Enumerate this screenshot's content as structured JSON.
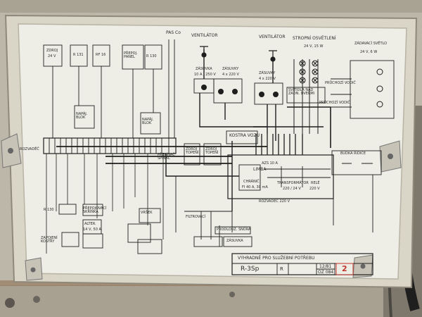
{
  "diagram": {
    "top_labels": {
      "pas": "PAS Co",
      "ventilator_1": "VENTILÁTOR",
      "ventilator_2": "VENTILÁTOR",
      "stropni": "STROPNÍ OSVĚTLENÍ",
      "stropni_spec": "24 V, 15 W",
      "zadavaci": "ZÁDAVACÍ SVĚTLO",
      "zadavaci_spec": "24 V, 6 W"
    },
    "boxes": {
      "zdroj": "ZDROJ",
      "zdroj_spec": "24 V",
      "r131": "R 131",
      "rf16": "RF 16",
      "prepoj_panel": "PŘEPOJ. PANEL",
      "r130": "R 130",
      "napaj_blok_1": "NAPÁJ. BLOK",
      "napaj_blok_2": "NAPÁJ. BLOK",
      "zasuvka": "ZÁSUVKA",
      "zasuvka_spec": "10 A / 250 V",
      "zasuvky_1": "ZÁSUVKY",
      "zasuvky_1_spec": "4 x 220 V",
      "zasuvky_2": "ZÁSUVKY",
      "zasuvky_2_spec": "4 x 220 V",
      "svitidla": "SVÍTIDLA NAD ZADN. DVEŘMI",
      "pruchozi_1": "PRŮCHOZÍ VODIČ",
      "pruchozi_2": "PRŮCHOZÍ VODIČ",
      "kostra": "KOSTRA VOZU",
      "rozvadec": "ROZVADĚČ",
      "prepinac": "PŘEPÍNAČ SPÍNAČ",
      "zdroj_topeni_1": "ZDROJ TOPENÍ",
      "zdroj_topeni_2": "ZDROJ TOPENÍ",
      "limba": "LIMBA",
      "chranic": "CHRÁNIČ",
      "chranic_spec": "FI 40 A, 30 mA",
      "azs": "AZS 10 A",
      "transformator": "TRANSFORMÁTOR",
      "transformator_spec": "220 / 24 V",
      "rele": "RELÉ",
      "rele_spec": "220 V",
      "rozvadec_220": "ROZVADĚČ 220 V",
      "budka": "BUDKA ŘIDIČE",
      "filtrovaci": "FILTROVACÍ",
      "prodlouzovaci": "PRODLOUŽ. ŠŇŮRA",
      "zasuvka_2": "ZÁSUVKA",
      "prepojovaci": "PŘEPOJOVACÍ SKŘÍŇKA",
      "alter": "ALTER.",
      "alter_spec": "14 V, 50 A",
      "vrsek": "VRŠEK",
      "zapojeni_kostra": "ZAPOJENÍ KOSTRY",
      "r130_kostra": "R 130"
    },
    "plate": {
      "note": "VÝHRADNĚ PRO SLUŽEBNÍ POTŘEBU",
      "model": "R-3Sp",
      "class": "R",
      "date": "12/81",
      "code": "OZ 084",
      "number": "2"
    }
  },
  "colors": {
    "panel": "#eeeee6",
    "ink": "#1e1e1e",
    "frame": "#d9d5c7",
    "metal": "#9a9284",
    "stamp": "#c0342a"
  },
  "icons": [
    "screw-icon",
    "lamp-icon",
    "socket-icon",
    "fan-icon"
  ]
}
